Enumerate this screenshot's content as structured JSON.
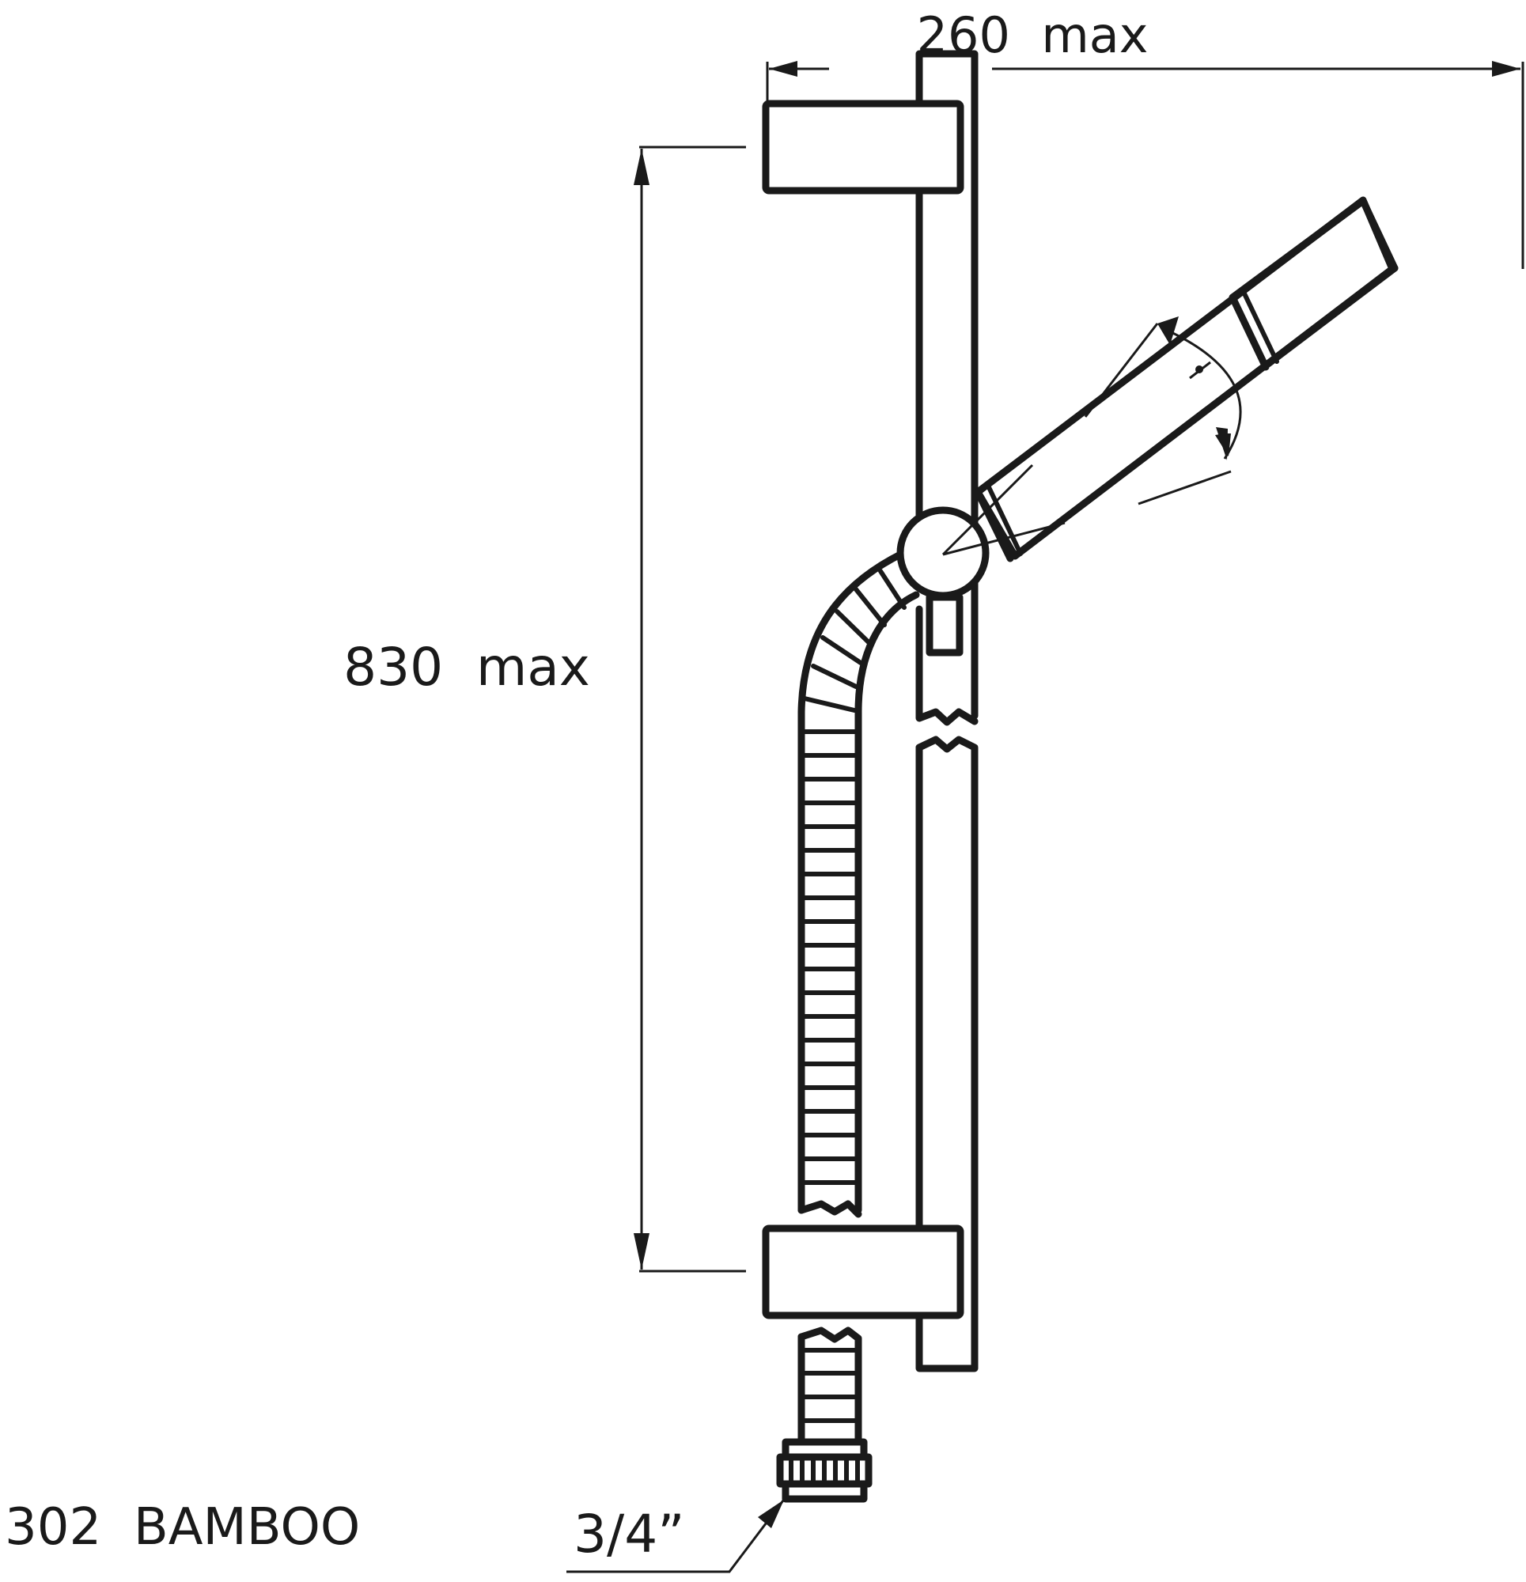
{
  "drawing": {
    "title": "302  BAMBOO",
    "product_code": "302",
    "product_name": "BAMBOO",
    "colors": {
      "line": "#1a1a1a",
      "background": "#ffffff"
    },
    "dimensions": {
      "width_label": "260  max",
      "width_value": 260,
      "height_label": "830  max",
      "height_value": 830,
      "unit": "mm",
      "connection_label": "3/4”",
      "connection_value": "3/4\""
    },
    "components": [
      "slide-rail",
      "top-wall-bracket",
      "bottom-wall-bracket",
      "swivel-holder",
      "hand-shower",
      "flexible-hose",
      "threaded-connector"
    ]
  }
}
